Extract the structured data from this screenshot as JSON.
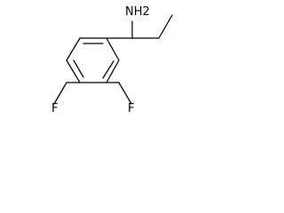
{
  "molecule": {
    "atoms": {
      "amine_label": "NH2",
      "fluorine_left_label": "F",
      "fluorine_right_label": "F"
    },
    "colors": {
      "bond": "#000000",
      "label": "#000000",
      "background": "#ffffff"
    }
  }
}
